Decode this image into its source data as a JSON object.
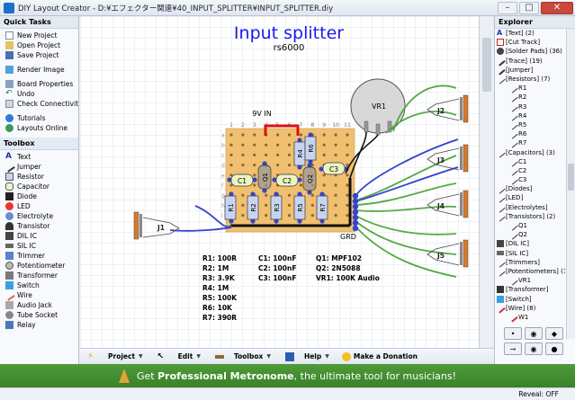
{
  "window": {
    "title": "DIY Layout Creator - D:¥エフェクター関連¥40_INPUT_SPLITTER¥INPUT_SPLITTER.diy"
  },
  "quick_tasks": {
    "header": "Quick Tasks",
    "items": [
      {
        "label": "New Project",
        "icon": "new-project-icon"
      },
      {
        "label": "Open Project",
        "icon": "open-project-icon"
      },
      {
        "label": "Save Project",
        "icon": "save-project-icon"
      },
      {
        "label": "Render Image",
        "icon": "render-image-icon"
      },
      {
        "label": "Board Properties",
        "icon": "board-properties-icon"
      },
      {
        "label": "Undo",
        "icon": "undo-icon"
      },
      {
        "label": "Check Connectivity",
        "icon": "check-connectivity-icon"
      },
      {
        "label": "Tutorials",
        "icon": "tutorials-icon"
      },
      {
        "label": "Layouts Online",
        "icon": "layouts-online-icon"
      }
    ]
  },
  "toolbox": {
    "header": "Toolbox",
    "items": [
      {
        "label": "Text",
        "icon": "text-icon"
      },
      {
        "label": "Jumper",
        "icon": "jumper-icon"
      },
      {
        "label": "Resistor",
        "icon": "resistor-icon"
      },
      {
        "label": "Capacitor",
        "icon": "capacitor-icon"
      },
      {
        "label": "Diode",
        "icon": "diode-icon"
      },
      {
        "label": "LED",
        "icon": "led-icon"
      },
      {
        "label": "Electrolyte",
        "icon": "electrolyte-icon"
      },
      {
        "label": "Transistor",
        "icon": "transistor-icon"
      },
      {
        "label": "DIL IC",
        "icon": "dil-ic-icon"
      },
      {
        "label": "SIL IC",
        "icon": "sil-ic-icon"
      },
      {
        "label": "Trimmer",
        "icon": "trimmer-icon"
      },
      {
        "label": "Potentiometer",
        "icon": "potentiometer-icon"
      },
      {
        "label": "Transformer",
        "icon": "transformer-icon"
      },
      {
        "label": "Switch",
        "icon": "switch-icon"
      },
      {
        "label": "Wire",
        "icon": "wire-icon"
      },
      {
        "label": "Audio Jack",
        "icon": "audio-jack-icon"
      },
      {
        "label": "Tube Socket",
        "icon": "tube-socket-icon"
      },
      {
        "label": "Relay",
        "icon": "relay-icon"
      }
    ]
  },
  "layout": {
    "title": "Input splitter",
    "subtitle": "rs6000",
    "power_label": "9V IN",
    "ground_label": "GRD",
    "row_letters": [
      "a",
      "b",
      "c",
      "d",
      "e",
      "f",
      "g",
      "h",
      "i",
      "j"
    ],
    "column_numbers": [
      "1",
      "2",
      "3",
      "4",
      "5",
      "6",
      "7",
      "8",
      "9",
      "10",
      "11"
    ],
    "part_labels": {
      "c1": "C1",
      "c2": "C2",
      "c3": "C3",
      "q1": "Q1",
      "q2": "Q2",
      "r1": "R1",
      "r2": "R2",
      "r3": "R3",
      "r4": "R4",
      "r5": "R5",
      "r6": "R6",
      "r7": "R7",
      "vr1": "VR1",
      "j1": "J1",
      "j2": "J2",
      "j3": "J3",
      "j4": "J4",
      "j5": "J5"
    },
    "bom": [
      [
        "R1: 100R",
        "R2: 1M",
        "R3: 3.9K",
        "R4: 1M",
        "R5: 100K",
        "R6: 10K",
        "R7: 390R"
      ],
      [
        "C1: 100nF",
        "C2: 100nF",
        "C3: 100nF"
      ],
      [
        "Q1: MPF102",
        "Q2: 2N5088",
        "VR1: 100K Audio"
      ]
    ],
    "colors": {
      "board": "#f0c070",
      "wire_blue": "#3344cc",
      "wire_green": "#55aa44",
      "wire_red": "#dd1111",
      "wire_black": "#111111",
      "resistor": "#c8d4ee",
      "capacitor": "#ecf4c0",
      "jack": "#d87a2c",
      "pot": "#d8d8d8",
      "title": "#1a1aee"
    }
  },
  "explorer": {
    "header": "Explorer",
    "items": [
      {
        "label": "[Text] (2)",
        "icon": "text-icon",
        "level": 0
      },
      {
        "label": "[Cut Track]",
        "icon": "cut-track-icon",
        "level": 0
      },
      {
        "label": "[Solder Pads] (36)",
        "icon": "solder-pad-icon",
        "level": 0
      },
      {
        "label": "[Trace] (19)",
        "icon": "trace-icon",
        "level": 0
      },
      {
        "label": "[Jumper]",
        "icon": "jumper-icon",
        "level": 0
      },
      {
        "label": "[Resistors] (7)",
        "icon": "resistor-icon",
        "level": 0
      },
      {
        "label": "R1",
        "icon": "resistor-icon",
        "level": 1
      },
      {
        "label": "R2",
        "icon": "resistor-icon",
        "level": 1
      },
      {
        "label": "R3",
        "icon": "resistor-icon",
        "level": 1
      },
      {
        "label": "R4",
        "icon": "resistor-icon",
        "level": 1
      },
      {
        "label": "R5",
        "icon": "resistor-icon",
        "level": 1
      },
      {
        "label": "R6",
        "icon": "resistor-icon",
        "level": 1
      },
      {
        "label": "R7",
        "icon": "resistor-icon",
        "level": 1
      },
      {
        "label": "[Capacitors] (3)",
        "icon": "capacitor-icon",
        "level": 0
      },
      {
        "label": "C1",
        "icon": "capacitor-icon",
        "level": 1
      },
      {
        "label": "C2",
        "icon": "capacitor-icon",
        "level": 1
      },
      {
        "label": "C3",
        "icon": "capacitor-icon",
        "level": 1
      },
      {
        "label": "[Diodes]",
        "icon": "diode-icon",
        "level": 0
      },
      {
        "label": "[LED]",
        "icon": "led-icon",
        "level": 0
      },
      {
        "label": "[Electrolytes]",
        "icon": "electrolyte-icon",
        "level": 0
      },
      {
        "label": "[Transistors] (2)",
        "icon": "transistor-icon",
        "level": 0
      },
      {
        "label": "Q1",
        "icon": "transistor-icon",
        "level": 1
      },
      {
        "label": "Q2",
        "icon": "transistor-icon",
        "level": 1
      },
      {
        "label": "[DIL IC]",
        "icon": "dil-ic-icon",
        "level": 0
      },
      {
        "label": "[SIL IC]",
        "icon": "sil-ic-icon",
        "level": 0
      },
      {
        "label": "[Trimmers]",
        "icon": "trimmer-icon",
        "level": 0
      },
      {
        "label": "[Potentiometers] (1)",
        "icon": "potentiometer-icon",
        "level": 0
      },
      {
        "label": "VR1",
        "icon": "potentiometer-icon",
        "level": 1
      },
      {
        "label": "[Transformer]",
        "icon": "transformer-icon",
        "level": 0
      },
      {
        "label": "[Switch]",
        "icon": "switch-icon",
        "level": 0
      },
      {
        "label": "[Wire] (8)",
        "icon": "wire-icon",
        "level": 0
      },
      {
        "label": "W1",
        "icon": "wire-icon",
        "level": 1
      }
    ],
    "buttons": [
      "hole-button",
      "pad-left-button",
      "pad-right-button",
      "trace-up-button",
      "pad-small-button",
      "pad-large-button"
    ]
  },
  "bottom_toolbar": {
    "project": "Project",
    "edit": "Edit",
    "toolbox": "Toolbox",
    "help": "Help",
    "donation": "Make a Donation"
  },
  "banner": {
    "prefix": "Get ",
    "product": "Professional Metronome",
    "suffix": ", the ultimate tool for musicians!"
  },
  "status": {
    "reveal": "Reveal: OFF"
  }
}
